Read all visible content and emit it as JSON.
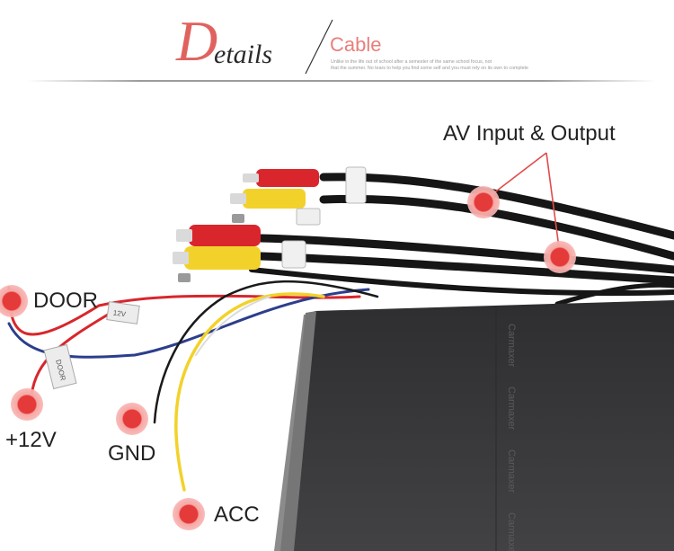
{
  "header": {
    "title_initial": "D",
    "title_rest": "etails",
    "category": "Cable",
    "subtitle_line1": "Unlike in the life out of school after a semester of the same school focus, not",
    "subtitle_line2": "that the summer. No tears to help you find some self and you must rely on its own to complete"
  },
  "callouts": {
    "av": "AV Input & Output",
    "door": "DOOR",
    "plus12v": "+12V",
    "gnd": "GND",
    "acc": "ACC"
  },
  "wire_tags": {
    "door_tag": "DOOR",
    "small_tag": "12V"
  },
  "box_brand": "Carmaxer",
  "colors": {
    "accent": "#e0625f",
    "marker": "#ec4a4a",
    "box": "#3a3a3c",
    "wire_red": "#d8262c",
    "wire_yellow": "#f2d22a",
    "wire_blue": "#2c3e8c",
    "wire_black": "#1a1a1a"
  }
}
